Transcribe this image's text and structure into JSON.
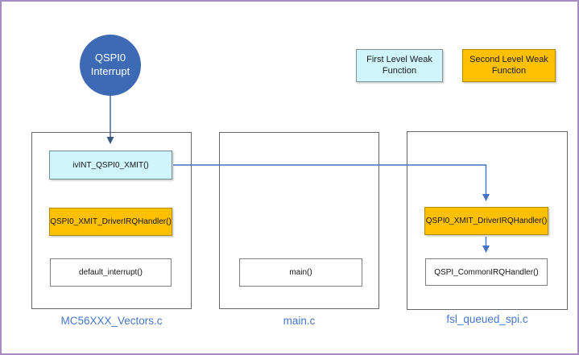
{
  "diagram": {
    "interrupt_circle": {
      "label": "QSPI0 Interrupt"
    },
    "legend": {
      "items": [
        {
          "label": "First Level Weak Function",
          "type": "first_level",
          "fill": "#cff5fb"
        },
        {
          "label": "Second Level Weak Function",
          "type": "second_level",
          "fill": "#ffc000"
        }
      ]
    },
    "columns": [
      {
        "file": "MC56XXX_Vectors.c",
        "boxes": [
          {
            "label": "ivINT_QSPI0_XMIT()",
            "level": "first"
          },
          {
            "label": "QSPI0_XMIT_DriverIRQHandler()",
            "level": "second"
          },
          {
            "label": "default_interrupt()",
            "level": "none"
          }
        ]
      },
      {
        "file": "main.c",
        "boxes": [
          {
            "label": "main()",
            "level": "none"
          }
        ]
      },
      {
        "file": "fsl_queued_spi.c",
        "boxes": [
          {
            "label": "QSPI0_XMIT_DriverIRQHandler()",
            "level": "second"
          },
          {
            "label": "QSPI_CommonIRQHandler()",
            "level": "none"
          }
        ]
      }
    ],
    "connections": [
      {
        "from": "QSPI0 Interrupt",
        "to": "ivINT_QSPI0_XMIT()"
      },
      {
        "from": "ivINT_QSPI0_XMIT()",
        "to": "QSPI0_XMIT_DriverIRQHandler() in fsl_queued_spi.c"
      },
      {
        "from": "QSPI0_XMIT_DriverIRQHandler() in fsl_queued_spi.c",
        "to": "QSPI_CommonIRQHandler()"
      }
    ],
    "colors": {
      "frame_border": "#a88bc2",
      "accent_blue": "#4472c4",
      "dark_arrow_blue": "#3c5a88",
      "circle_fill": "#3d6ab5",
      "first_level_fill": "#cff5fb",
      "second_level_fill": "#ffc000",
      "container_border": "#666666",
      "file_label_blue": "#4677c8"
    }
  }
}
